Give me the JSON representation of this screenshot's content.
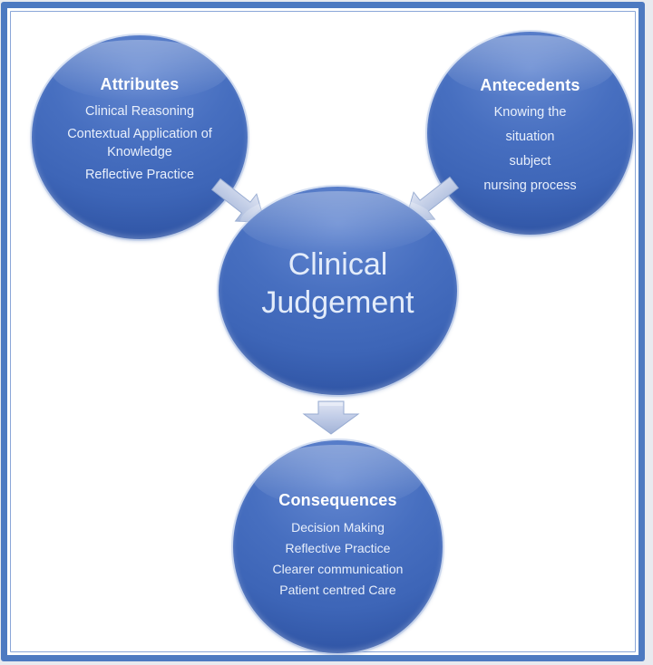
{
  "diagram": {
    "center": {
      "title": "Clinical Judgement"
    },
    "attributes": {
      "title": "Attributes",
      "items": [
        "Clinical Reasoning",
        "Contextual Application of Knowledge",
        "Reflective Practice"
      ]
    },
    "antecedents": {
      "title": "Antecedents",
      "items": [
        "Knowing the",
        "situation",
        "subject",
        "nursing process"
      ]
    },
    "consequences": {
      "title": "Consequences",
      "items": [
        "Decision Making",
        "Reflective Practice",
        "Clearer communication",
        "Patient centred Care"
      ]
    },
    "colors": {
      "circle_fill": "#4472c4",
      "circle_dark_rim": "#2a4c98",
      "circle_highlight": "#6488d1",
      "frame_border": "#4d7ac1",
      "frame_inner_line": "#8aa6d8",
      "page_background": "#e8eaef",
      "content_background": "#ffffff",
      "arrow_fill_light": "#dde3f2",
      "arrow_fill_dark": "#a6b7da",
      "title_text": "#ffffff",
      "body_text": "#e8effb"
    }
  }
}
